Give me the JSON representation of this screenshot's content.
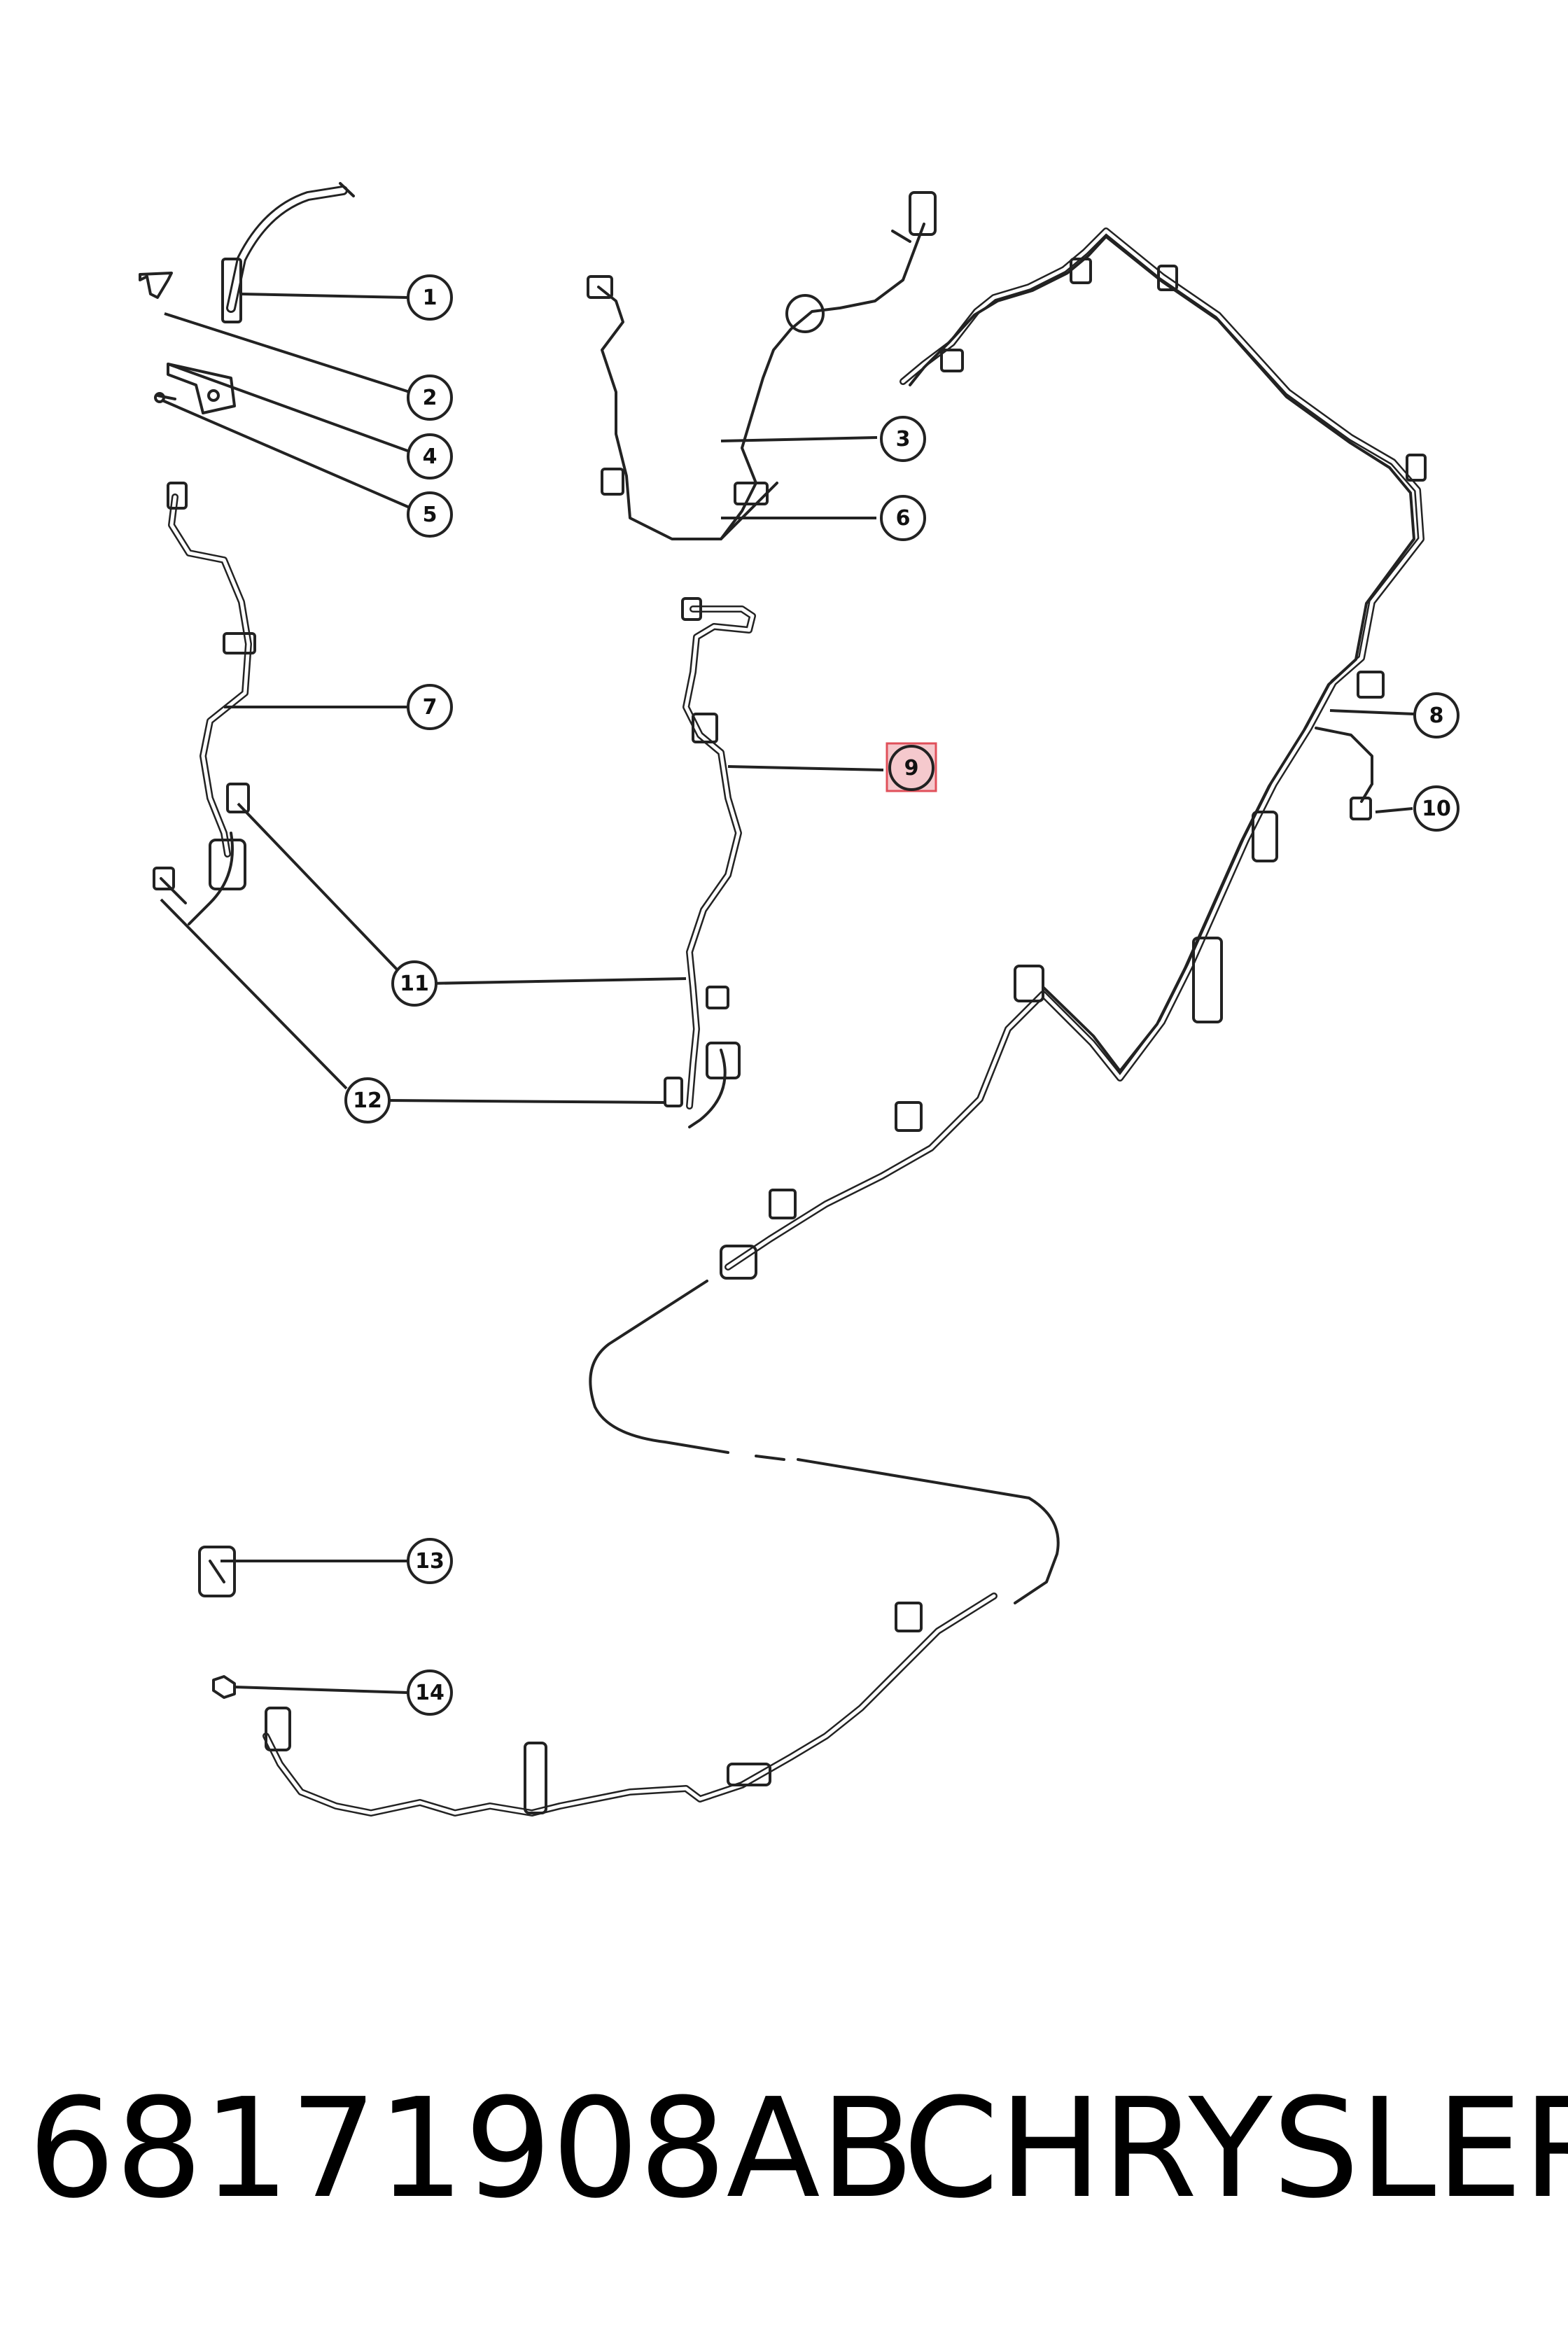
{
  "callouts": [
    {
      "label": "1"
    },
    {
      "label": "2"
    },
    {
      "label": "3"
    },
    {
      "label": "4"
    },
    {
      "label": "5"
    },
    {
      "label": "6"
    },
    {
      "label": "7"
    },
    {
      "label": "8"
    },
    {
      "label": "9",
      "highlighted": true
    },
    {
      "label": "10"
    },
    {
      "label": "11"
    },
    {
      "label": "12"
    },
    {
      "label": "13"
    },
    {
      "label": "14"
    }
  ],
  "footer": {
    "part_number": "68171908AB",
    "brand": "CHRYSLER"
  },
  "colors": {
    "line": "#222222",
    "highlight_fill": "#f5c9cd",
    "highlight_border": "#e0505a"
  }
}
